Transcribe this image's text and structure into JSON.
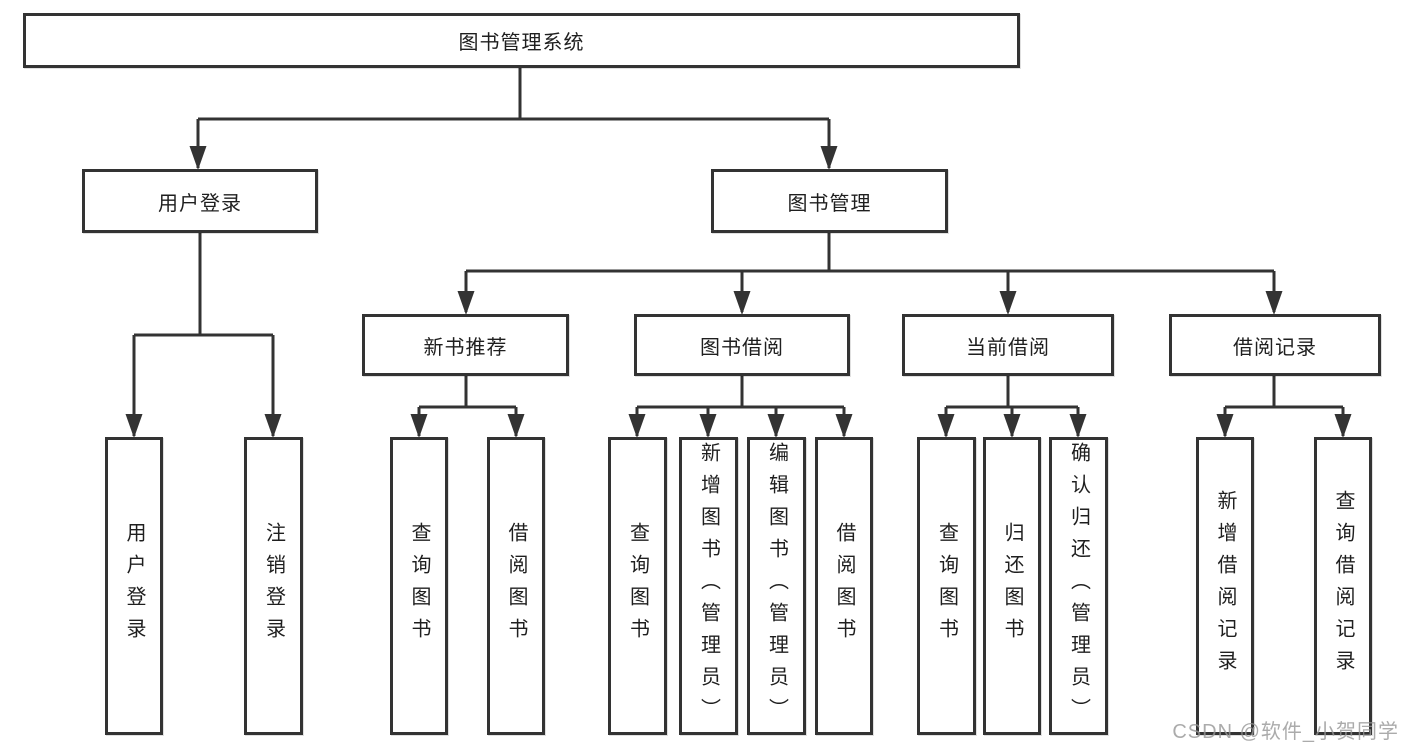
{
  "colors": {
    "line": "#333333",
    "box_border": "#333333",
    "text": "#1f1f1f",
    "background": "#ffffff",
    "watermark": "#969696"
  },
  "watermark": "CSDN @软件_小贺同学",
  "tree": {
    "root": {
      "label": "图书管理系统"
    },
    "branches": [
      {
        "label": "用户登录",
        "children": [
          {
            "label": "用户登录"
          },
          {
            "label": "注销登录"
          }
        ]
      },
      {
        "label": "图书管理",
        "children": [
          {
            "label": "新书推荐",
            "children": [
              {
                "label": "查询图书"
              },
              {
                "label": "借阅图书"
              }
            ]
          },
          {
            "label": "图书借阅",
            "children": [
              {
                "label": "查询图书"
              },
              {
                "label": "新增图书（管理员）"
              },
              {
                "label": "编辑图书（管理员）"
              },
              {
                "label": "借阅图书"
              }
            ]
          },
          {
            "label": "当前借阅",
            "children": [
              {
                "label": "查询图书"
              },
              {
                "label": "归还图书"
              },
              {
                "label": "确认归还（管理员）"
              }
            ]
          },
          {
            "label": "借阅记录",
            "children": [
              {
                "label": "新增借阅记录"
              },
              {
                "label": "查询借阅记录"
              }
            ]
          }
        ]
      }
    ]
  }
}
